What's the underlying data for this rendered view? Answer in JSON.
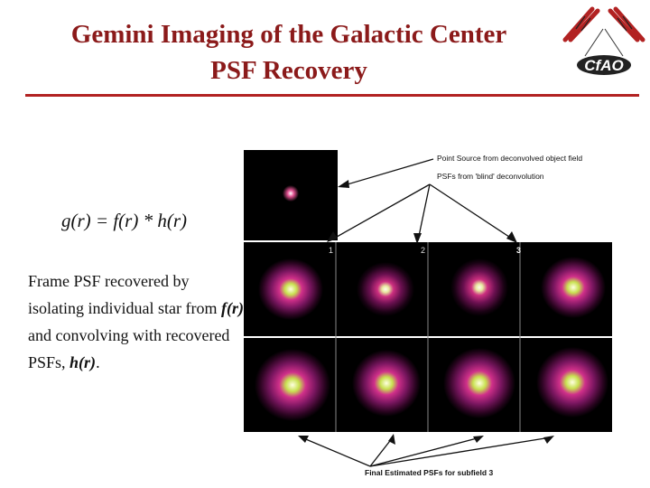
{
  "slide": {
    "title_line1": "Gemini Imaging of the Galactic Center",
    "title_line2": "PSF Recovery",
    "equation": "g(r) = f(r) * h(r)",
    "text_part1": "Frame PSF recovered by isolating individual star from ",
    "text_fr": "f(r)",
    "text_part2": " and convolving with recovered PSFs, ",
    "text_hr": "h(r)",
    "text_end": "."
  },
  "logo": {
    "text": "CfAO"
  },
  "figure": {
    "label_point_source": "Point Source from deconvolved object field",
    "label_psfs_blind": "PSFs from 'blind' deconvolution",
    "panel_numbers": [
      "1",
      "2",
      "3"
    ],
    "label_final": "Final Estimated PSFs for subfield 3"
  },
  "colors": {
    "title": "#8b1a1a",
    "rule": "#b22222"
  }
}
